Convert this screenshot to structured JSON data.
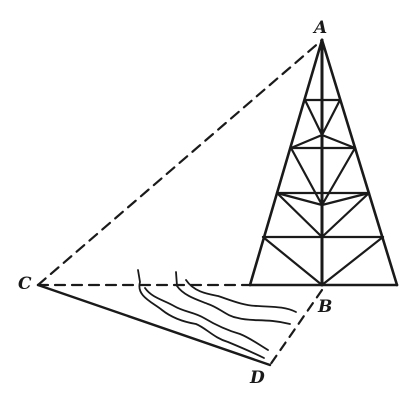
{
  "diagram": {
    "labels": {
      "A": "A",
      "B": "B",
      "C": "C",
      "D": "D"
    },
    "ink_color": "#1a1a1a"
  }
}
